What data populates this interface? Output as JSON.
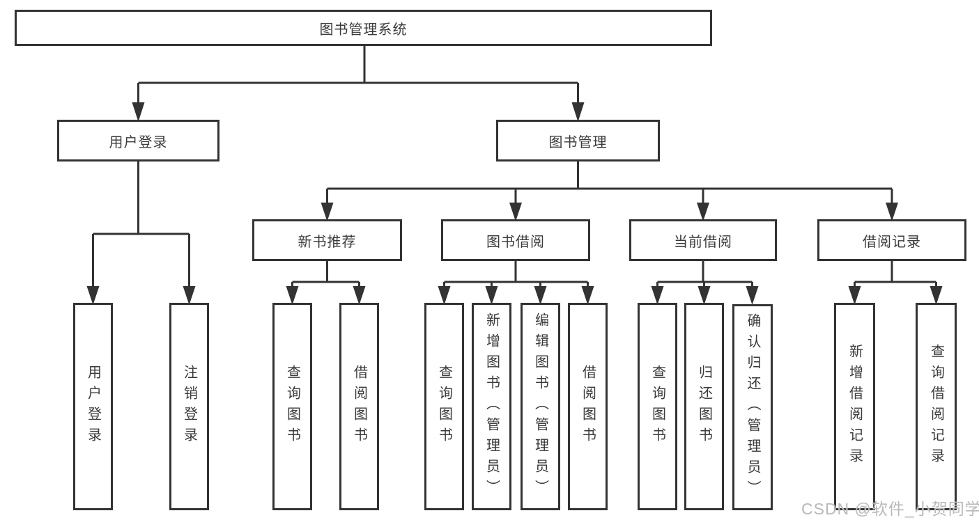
{
  "diagram": {
    "type": "hierarchy-tree",
    "line_color": "#333333",
    "text_color": "#3a3a3a",
    "background_color": "#ffffff",
    "nodes": {
      "root": {
        "label": "图书管理系统"
      },
      "level2": [
        {
          "label": "用户登录"
        },
        {
          "label": "图书管理"
        }
      ],
      "level3": [
        {
          "label": "新书推荐",
          "parent": "图书管理"
        },
        {
          "label": "图书借阅",
          "parent": "图书管理"
        },
        {
          "label": "当前借阅",
          "parent": "图书管理"
        },
        {
          "label": "借阅记录",
          "parent": "图书管理"
        }
      ],
      "leaves": [
        {
          "label": "用户登录",
          "parent": "用户登录"
        },
        {
          "label": "注销登录",
          "parent": "用户登录"
        },
        {
          "label": "查询图书",
          "parent": "新书推荐"
        },
        {
          "label": "借阅图书",
          "parent": "新书推荐"
        },
        {
          "label": "查询图书",
          "parent": "图书借阅"
        },
        {
          "label": "新增图书（管理员）",
          "parent": "图书借阅"
        },
        {
          "label": "编辑图书（管理员）",
          "parent": "图书借阅"
        },
        {
          "label": "借阅图书",
          "parent": "图书借阅"
        },
        {
          "label": "查询图书",
          "parent": "当前借阅"
        },
        {
          "label": "归还图书",
          "parent": "当前借阅"
        },
        {
          "label": "确认归还（管理员）",
          "parent": "当前借阅"
        },
        {
          "label": "新增借阅记录",
          "parent": "借阅记录"
        },
        {
          "label": "查询借阅记录",
          "parent": "借阅记录"
        }
      ]
    }
  },
  "watermark": {
    "text": "CSDN @软件_小贺同学",
    "color": "#b9b9b9"
  }
}
